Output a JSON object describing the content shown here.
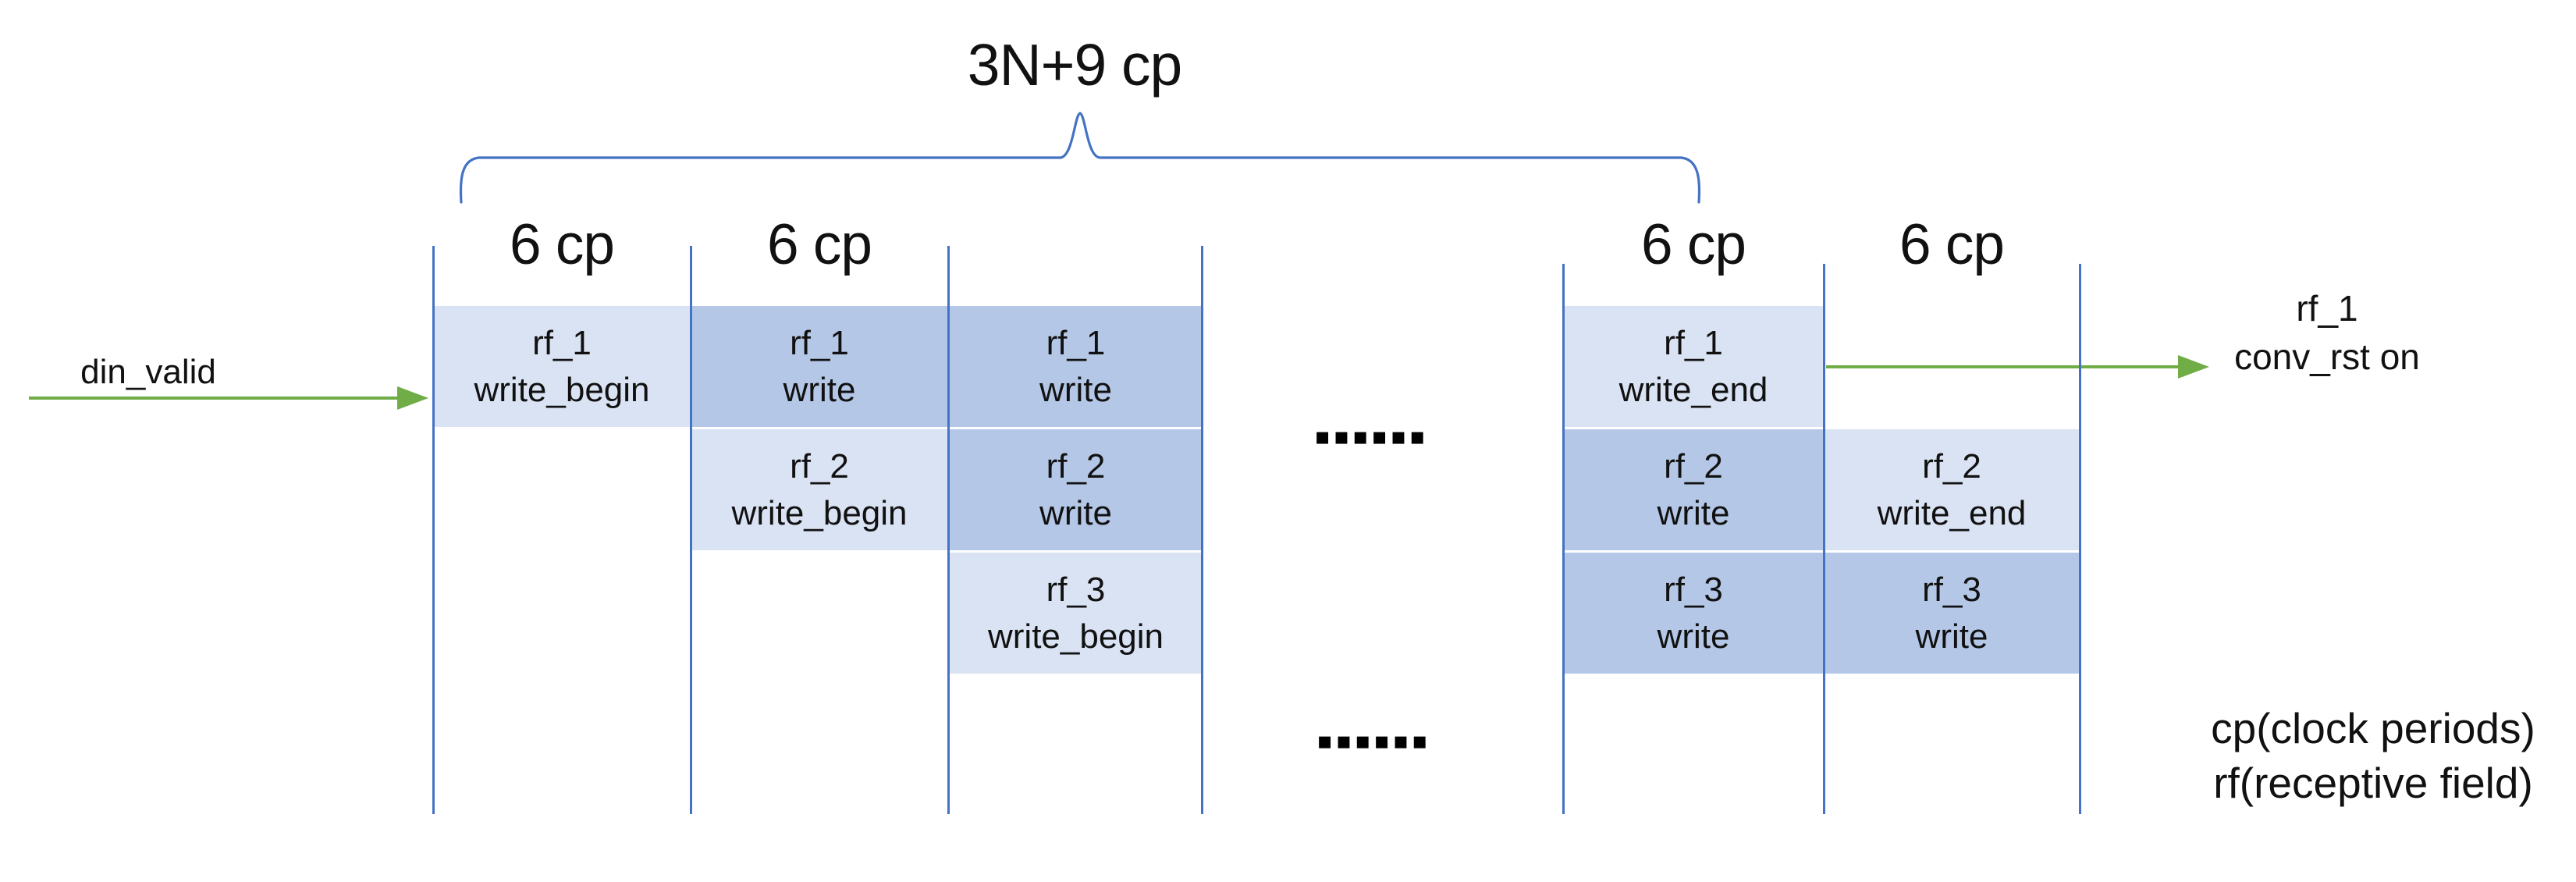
{
  "diagram": {
    "title": "3N+9 cp",
    "column_headers": [
      "6 cp",
      "6 cp",
      "6 cp",
      "6 cp"
    ],
    "din_valid_label": "din_valid",
    "conv_rst_label": {
      "line1": "rf_1",
      "line2": "conv_rst on"
    },
    "legend": {
      "line1": "cp(clock periods)",
      "line2": "rf(receptive field)"
    },
    "ellipsis_top": "▪▪▪▪▪▪",
    "ellipsis_bottom": "▪▪▪▪▪▪",
    "stages": [
      {
        "column": 1,
        "row": 1,
        "shade": "light",
        "line1": "rf_1",
        "line2": "write_begin"
      },
      {
        "column": 2,
        "row": 1,
        "shade": "dark",
        "line1": "rf_1",
        "line2": "write"
      },
      {
        "column": 3,
        "row": 1,
        "shade": "dark",
        "line1": "rf_1",
        "line2": "write"
      },
      {
        "column": 5,
        "row": 1,
        "shade": "light",
        "line1": "rf_1",
        "line2": "write_end"
      },
      {
        "column": 2,
        "row": 2,
        "shade": "light",
        "line1": "rf_2",
        "line2": "write_begin"
      },
      {
        "column": 3,
        "row": 2,
        "shade": "dark",
        "line1": "rf_2",
        "line2": "write"
      },
      {
        "column": 5,
        "row": 2,
        "shade": "dark",
        "line1": "rf_2",
        "line2": "write"
      },
      {
        "column": 6,
        "row": 2,
        "shade": "light",
        "line1": "rf_2",
        "line2": "write_end"
      },
      {
        "column": 3,
        "row": 3,
        "shade": "light",
        "line1": "rf_3",
        "line2": "write_begin"
      },
      {
        "column": 5,
        "row": 3,
        "shade": "dark",
        "line1": "rf_3",
        "line2": "write"
      },
      {
        "column": 6,
        "row": 3,
        "shade": "dark",
        "line1": "rf_3",
        "line2": "write"
      }
    ],
    "colors": {
      "light": "#dae3f3",
      "dark": "#b4c7e7",
      "line": "#4472c4",
      "green": "#70ad47",
      "ink": "#111111"
    }
  }
}
